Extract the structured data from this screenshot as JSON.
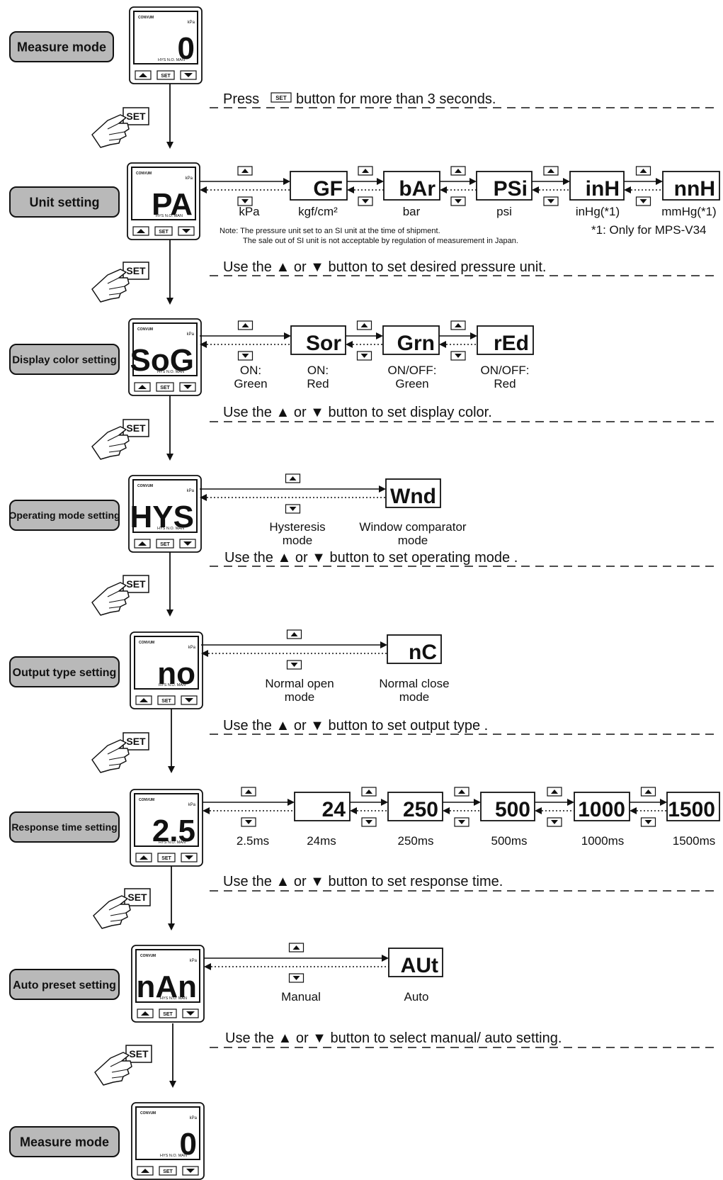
{
  "device": {
    "brand": "CONVUM",
    "unit_label": "kPa",
    "indicators": "HYS N.O. MAN",
    "buttons": {
      "up": "▲",
      "set": "SET",
      "down": "▼"
    }
  },
  "set_press_label": "SET",
  "mode_labels": {
    "measure_top": "Measure mode",
    "unit": "Unit setting",
    "color": "Display color setting",
    "operating": "Operating mode setting",
    "output": "Output type setting",
    "response": "Response time setting",
    "auto_preset": "Auto preset setting",
    "measure_bottom": "Measure mode"
  },
  "device_displays": {
    "measure_top": "0",
    "unit": "PA",
    "color": "SoG",
    "operating": "HYS",
    "output": "no",
    "response": "2.5",
    "auto_preset": "nAn",
    "measure_bottom": "0"
  },
  "instructions": {
    "measure": {
      "before": "Press",
      "after": "button for more than  3 seconds."
    },
    "unit": "Use the  ▲ or ▼  button to  set desired pressure unit.",
    "color": "Use the  ▲ or ▼  button to set display color.",
    "operating": "Use the  ▲ or ▼  button to set operating mode .",
    "output": "Use the  ▲ or ▼  button to set output type .",
    "response": "Use the  ▲ or ▼  button to set response time.",
    "auto_preset": "Use the  ▲ or ▼  button to select manual/ auto setting."
  },
  "unit_options": [
    {
      "display": "",
      "caption": "kPa"
    },
    {
      "display": "GF",
      "caption": "kgf/cm²"
    },
    {
      "display": "bAr",
      "caption": "bar"
    },
    {
      "display": "PSi",
      "caption": "psi"
    },
    {
      "display": "inH",
      "caption": "inHg(*1)"
    },
    {
      "display": "nnH",
      "caption": "mmHg(*1)"
    }
  ],
  "unit_footnote": "*1: Only for MPS-V34",
  "unit_note_line1": "Note: The pressure unit set to an SI unit at the time of shipment.",
  "unit_note_line2": "The sale out of SI unit is not acceptable by regulation of measurement in Japan.",
  "color_options": [
    {
      "display": "",
      "caption": "ON:\nGreen"
    },
    {
      "display": "Sor",
      "caption": "ON:\nRed"
    },
    {
      "display": "Grn",
      "caption": "ON/OFF:\nGreen"
    },
    {
      "display": "rEd",
      "caption": "ON/OFF:\nRed"
    }
  ],
  "operating_options": [
    {
      "display": "",
      "caption": "Hysteresis\nmode"
    },
    {
      "display": "Wnd",
      "caption": "Window comparator\nmode"
    }
  ],
  "output_options": [
    {
      "display": "",
      "caption": "Normal open\nmode"
    },
    {
      "display": "nC",
      "caption": "Normal close\nmode"
    }
  ],
  "response_options": [
    {
      "display": "",
      "caption": "2.5ms"
    },
    {
      "display": "24",
      "caption": "24ms"
    },
    {
      "display": "250",
      "caption": "250ms"
    },
    {
      "display": "500",
      "caption": "500ms"
    },
    {
      "display": "1000",
      "caption": "1000ms"
    },
    {
      "display": "1500",
      "caption": "1500ms"
    }
  ],
  "auto_options": [
    {
      "display": "",
      "caption": "Manual"
    },
    {
      "display": "AUt",
      "caption": "Auto"
    }
  ],
  "colors": {
    "mode_fill": "#b9b9b9",
    "line": "#111111",
    "screen_bg": "#ffffff"
  }
}
